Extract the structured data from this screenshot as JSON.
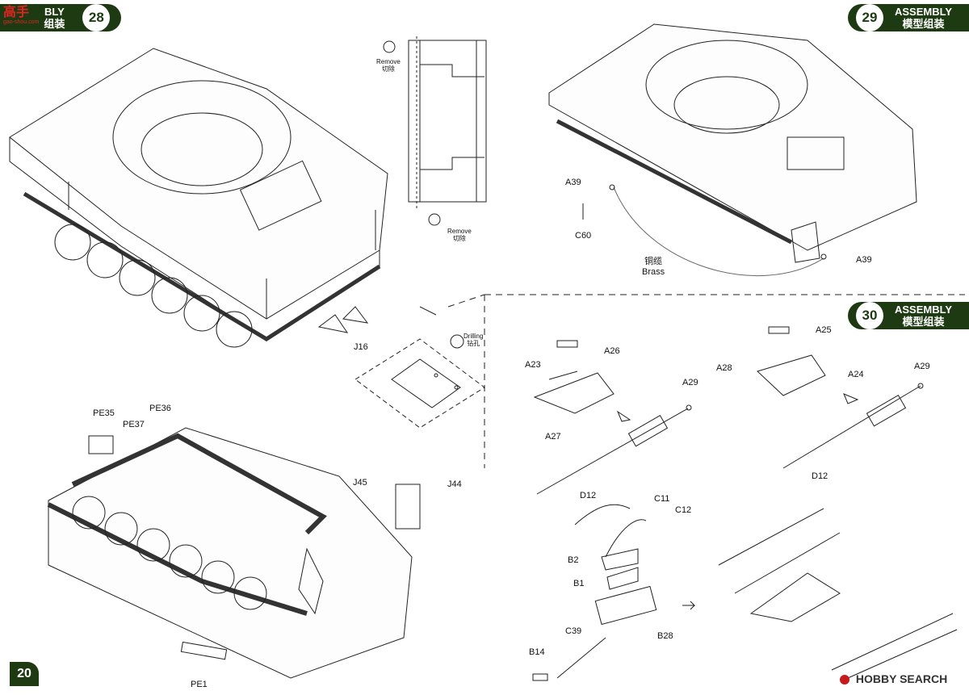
{
  "brand": {
    "logo_text": "高手",
    "logo_sub": "gao-shou.com"
  },
  "steps": [
    {
      "number": "28",
      "title_en": "BLY",
      "title_cn": "组装"
    },
    {
      "number": "29",
      "title_en": "ASSEMBLY",
      "title_cn": "模型组装"
    },
    {
      "number": "30",
      "title_en": "ASSEMBLY",
      "title_cn": "模型组装"
    }
  ],
  "notes": {
    "remove_en": "Remove",
    "remove_cn": "切除",
    "drilling_en": "Drilling",
    "drilling_cn": "钻孔",
    "brass_cn": "铜缆",
    "brass_en": "Brass"
  },
  "parts": {
    "j16": "J16",
    "pe35": "PE35",
    "pe36": "PE36",
    "pe37": "PE37",
    "pe1": "PE1",
    "j44": "J44",
    "j45": "J45",
    "a39a": "A39",
    "a39b": "A39",
    "c60": "C60",
    "a26": "A26",
    "a23": "A23",
    "a27": "A27",
    "a29a": "A29",
    "d12a": "D12",
    "a25": "A25",
    "a28": "A28",
    "a24": "A24",
    "a29b": "A29",
    "d12b": "D12",
    "c11": "C11",
    "c12": "C12",
    "b2": "B2",
    "b1": "B1",
    "c39": "C39",
    "b28": "B28",
    "b14": "B14"
  },
  "footer": {
    "page_left": "20",
    "watermark": "HOBBY SEARCH"
  }
}
